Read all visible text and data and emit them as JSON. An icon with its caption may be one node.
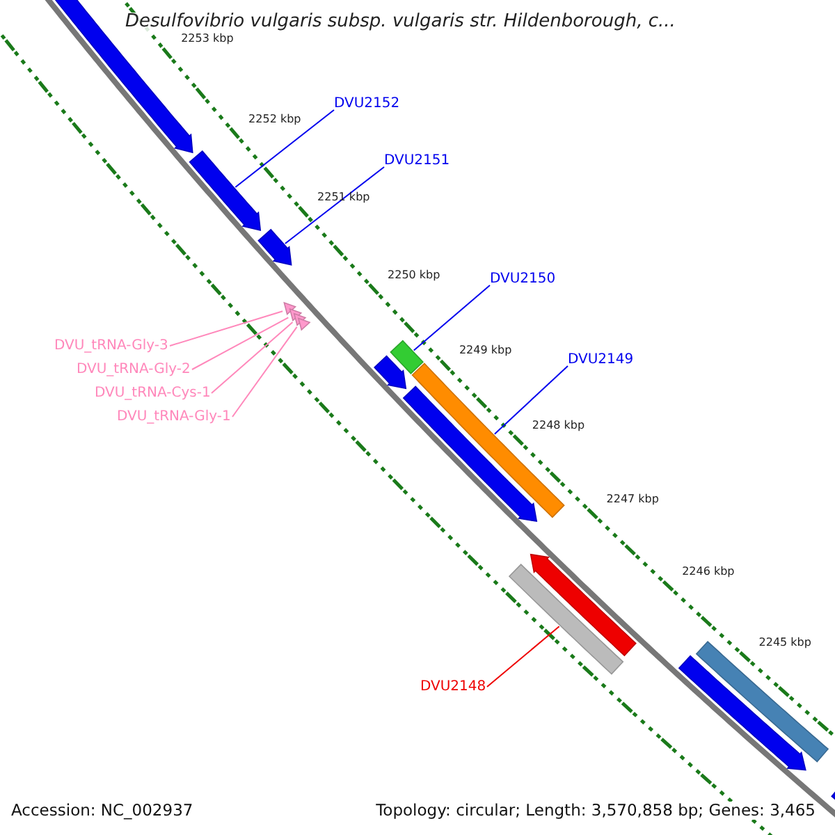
{
  "diagram": {
    "title": "Desulfovibrio vulgaris subsp. vulgaris str. Hildenborough, c...",
    "nodes": [
      {
        "text": [],
        "shape": "arrow"
      },
      {
        "text": [
          "DVU2152"
        ]
      },
      {
        "text": [],
        "shape": "arrow"
      },
      {
        "text": [
          "DVU2151"
        ]
      },
      {
        "text": [],
        "shape": "arrow"
      },
      {
        "text": [],
        "shape": "triangle"
      },
      {
        "text": [],
        "shape": "triangle"
      },
      {
        "text": [],
        "shape": "triangle"
      },
      {
        "text": [],
        "shape": "triangle"
      },
      {
        "text": [
          "DVU2150"
        ]
      },
      {
        "text": [],
        "shape": "bar"
      },
      {
        "text": [
          "DVU2149"
        ]
      },
      {
        "text": [],
        "shape": "arrow"
      },
      {
        "text": [],
        "shape": "bar"
      },
      {
        "text": [],
        "shape": "arrow"
      },
      {
        "text": [
          "DVU_tRNA-Gly-3"
        ]
      },
      {
        "text": [
          "DVU_tRNA-Gly-2"
        ]
      },
      {
        "text": [
          "DVU_tRNA-Cys-1"
        ]
      },
      {
        "text": [
          "DVU_tRNA-Gly-1"
        ]
      },
      {
        "text": [],
        "shape": "arrow"
      },
      {
        "text": [],
        "shape": "bar"
      },
      {
        "text": [
          "DVU2148"
        ]
      },
      {
        "text": [],
        "shape": "bar"
      },
      {
        "text": [],
        "shape": "arrow"
      },
      {
        "text": [],
        "shape": "arrow"
      }
    ],
    "edges": [
      {
        "from": 1,
        "to": 2,
        "arrow": "none"
      },
      {
        "from": 3,
        "to": 4,
        "arrow": "none"
      },
      {
        "from": 9,
        "to": 10,
        "arrow": "none"
      },
      {
        "from": 11,
        "to": 13,
        "arrow": "none"
      },
      {
        "from": 15,
        "to": 5,
        "arrow": "none",
        "color": "#ff88bb"
      },
      {
        "from": 16,
        "to": 6,
        "arrow": "none",
        "color": "#ff88bb"
      },
      {
        "from": 17,
        "to": 7,
        "arrow": "none",
        "color": "#ff88bb"
      },
      {
        "from": 18,
        "to": 8,
        "arrow": "none",
        "color": "#ff88bb"
      },
      {
        "from": 21,
        "to": 20,
        "arrow": "none",
        "color": "#ee0000"
      }
    ],
    "labels": [
      "2253 kbp",
      "2252 kbp",
      "2251 kbp",
      "2250 kbp",
      "2249 kbp",
      "2248 kbp",
      "2247 kbp",
      "2246 kbp",
      "2245 kbp",
      "Accession: NC_002937",
      "Topology: circular; Length: 3,570,858 bp; Genes: 3,465"
    ]
  }
}
